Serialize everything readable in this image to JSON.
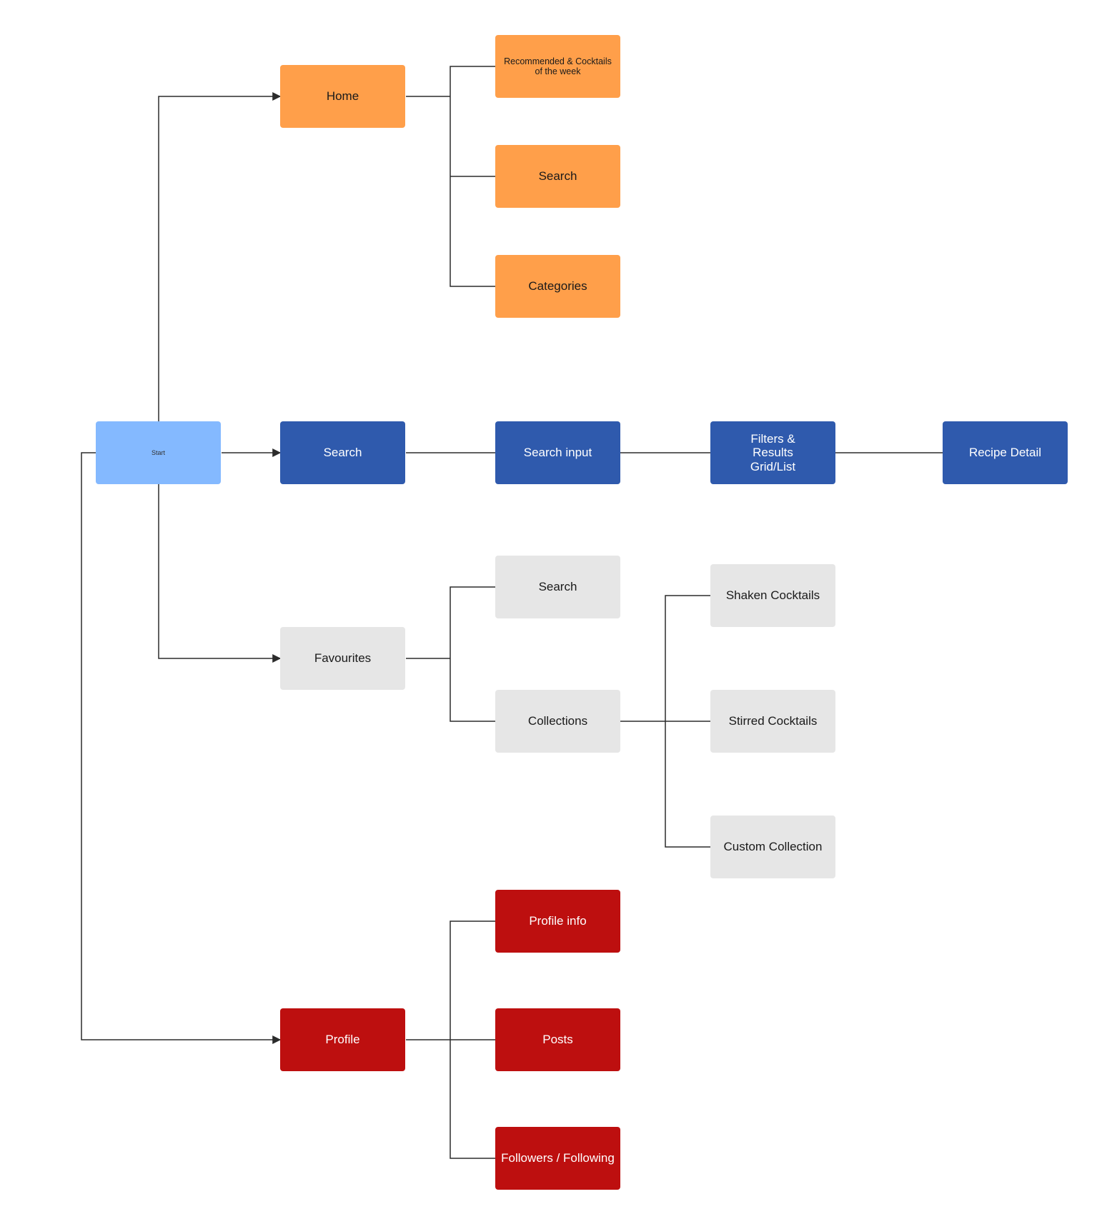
{
  "nodes": {
    "start": "Start",
    "home": "Home",
    "recommended": "Recommended & Cocktails of the week",
    "home_search": "Search",
    "categories": "Categories",
    "search": "Search",
    "search_input": "Search input",
    "filters_results": "Filters & Results Grid/List",
    "recipe_detail": "Recipe Detail",
    "favourites": "Favourites",
    "fav_search": "Search",
    "collections": "Collections",
    "shaken": "Shaken Cocktails",
    "stirred": "Stirred Cocktails",
    "custom": "Custom Collection",
    "profile": "Profile",
    "profile_info": "Profile info",
    "posts": "Posts",
    "followers": "Followers / Following"
  },
  "colors": {
    "home_branch": "#ff9f4a",
    "search_branch": "#2f5aad",
    "start": "#84b9ff",
    "favourites_branch": "#e6e6e6",
    "profile_branch": "#bd0f0f",
    "connector": "#2b2b2b"
  }
}
